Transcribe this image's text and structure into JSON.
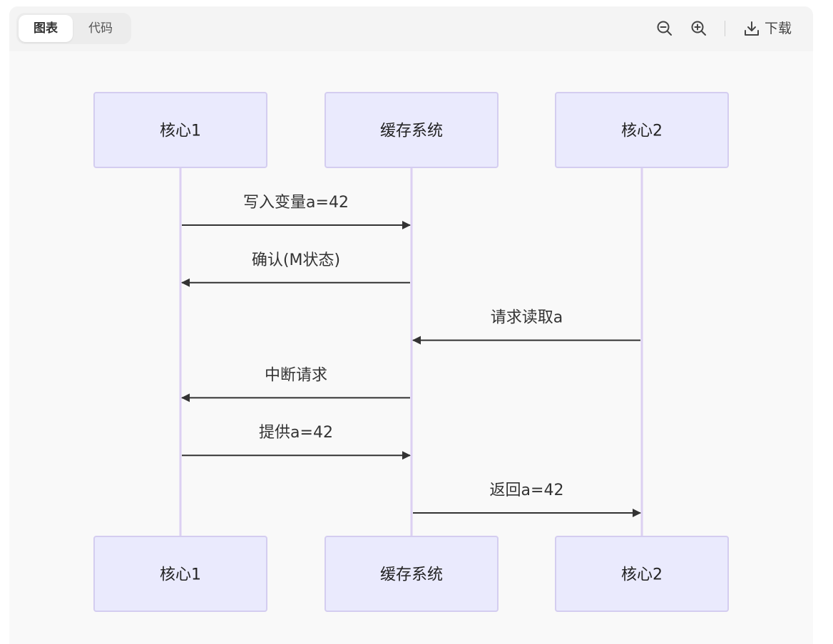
{
  "toolbar": {
    "tabs": [
      {
        "label": "图表",
        "active": true
      },
      {
        "label": "代码",
        "active": false
      }
    ],
    "download_label": "下载",
    "icons": [
      "zoom-out-icon",
      "zoom-in-icon",
      "download-icon"
    ]
  },
  "diagram": {
    "type": "sequence",
    "participants": [
      "核心1",
      "缓存系统",
      "核心2"
    ],
    "messages": [
      {
        "from": 0,
        "to": 1,
        "label": "写入变量a=42"
      },
      {
        "from": 1,
        "to": 0,
        "label": "确认(M状态)"
      },
      {
        "from": 2,
        "to": 1,
        "label": "请求读取a"
      },
      {
        "from": 1,
        "to": 0,
        "label": "中断请求"
      },
      {
        "from": 0,
        "to": 1,
        "label": "提供a=42"
      },
      {
        "from": 1,
        "to": 2,
        "label": "返回a=42"
      }
    ],
    "colors": {
      "actor_fill": "#eaeafd",
      "actor_stroke": "#d4cdf0",
      "lifeline": "#dcd0f2",
      "arrow": "#333333"
    }
  }
}
